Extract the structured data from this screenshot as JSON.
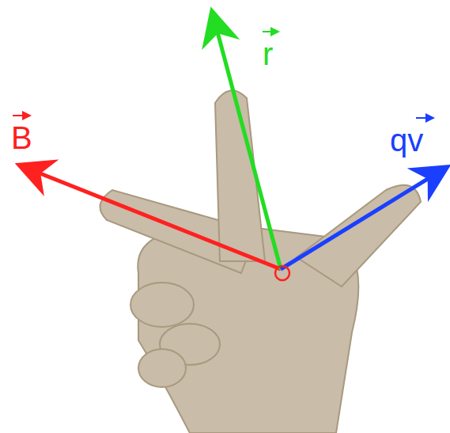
{
  "diagram": {
    "labels": [
      "B",
      "r",
      "qv"
    ]
  }
}
